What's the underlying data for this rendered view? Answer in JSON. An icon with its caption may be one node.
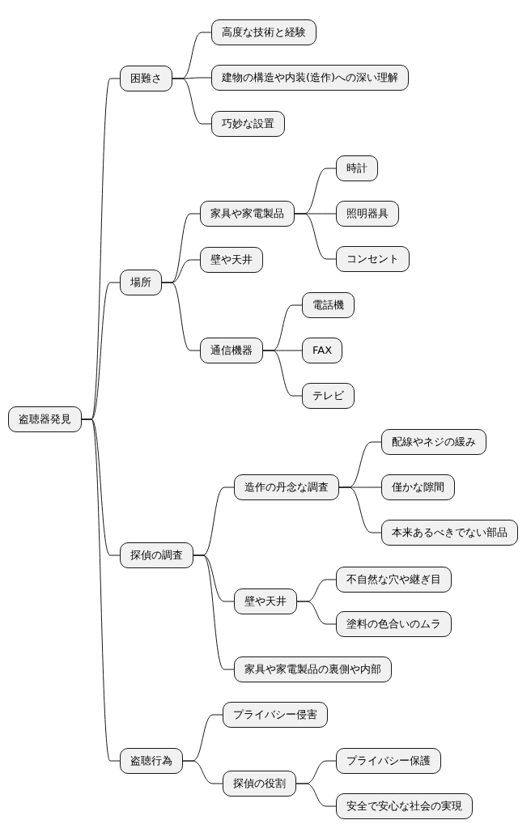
{
  "diagram": {
    "nodes": [
      {
        "text": [
          "盗聴器発見"
        ]
      },
      {
        "text": [
          "困難さ"
        ]
      },
      {
        "text": [
          "高度な技術と経験"
        ]
      },
      {
        "text": [
          "建物の構造や内装(造作)への深い理解"
        ]
      },
      {
        "text": [
          "巧妙な設置"
        ]
      },
      {
        "text": [
          "場所"
        ]
      },
      {
        "text": [
          "家具や家電製品"
        ]
      },
      {
        "text": [
          "時計"
        ]
      },
      {
        "text": [
          "照明器具"
        ]
      },
      {
        "text": [
          "コンセント"
        ]
      },
      {
        "text": [
          "壁や天井"
        ]
      },
      {
        "text": [
          "通信機器"
        ]
      },
      {
        "text": [
          "電話機"
        ]
      },
      {
        "text": [
          "FAX"
        ]
      },
      {
        "text": [
          "テレビ"
        ]
      },
      {
        "text": [
          "探偵の調査"
        ]
      },
      {
        "text": [
          "造作の丹念な調査"
        ]
      },
      {
        "text": [
          "配線やネジの緩み"
        ]
      },
      {
        "text": [
          "僅かな隙間"
        ]
      },
      {
        "text": [
          "本来あるべきでない部品"
        ]
      },
      {
        "text": [
          "壁や天井"
        ]
      },
      {
        "text": [
          "不自然な穴や継ぎ目"
        ]
      },
      {
        "text": [
          "塗料の色合いのムラ"
        ]
      },
      {
        "text": [
          "家具や家電製品の裏側や内部"
        ]
      },
      {
        "text": [
          "盗聴行為"
        ]
      },
      {
        "text": [
          "プライバシー侵害"
        ]
      },
      {
        "text": [
          "探偵の役割"
        ]
      },
      {
        "text": [
          "プライバシー保護"
        ]
      },
      {
        "text": [
          "安全で安心な社会の実現"
        ]
      }
    ],
    "edges": [
      {
        "from": 0,
        "to": 1,
        "arrow": "none"
      },
      {
        "from": 1,
        "to": 2,
        "arrow": "none"
      },
      {
        "from": 1,
        "to": 3,
        "arrow": "none"
      },
      {
        "from": 1,
        "to": 4,
        "arrow": "none"
      },
      {
        "from": 0,
        "to": 5,
        "arrow": "none"
      },
      {
        "from": 5,
        "to": 6,
        "arrow": "none"
      },
      {
        "from": 6,
        "to": 7,
        "arrow": "none"
      },
      {
        "from": 6,
        "to": 8,
        "arrow": "none"
      },
      {
        "from": 6,
        "to": 9,
        "arrow": "none"
      },
      {
        "from": 5,
        "to": 10,
        "arrow": "none"
      },
      {
        "from": 5,
        "to": 11,
        "arrow": "none"
      },
      {
        "from": 11,
        "to": 12,
        "arrow": "none"
      },
      {
        "from": 11,
        "to": 13,
        "arrow": "none"
      },
      {
        "from": 11,
        "to": 14,
        "arrow": "none"
      },
      {
        "from": 0,
        "to": 15,
        "arrow": "none"
      },
      {
        "from": 15,
        "to": 16,
        "arrow": "none"
      },
      {
        "from": 16,
        "to": 17,
        "arrow": "none"
      },
      {
        "from": 16,
        "to": 18,
        "arrow": "none"
      },
      {
        "from": 16,
        "to": 19,
        "arrow": "none"
      },
      {
        "from": 15,
        "to": 20,
        "arrow": "none"
      },
      {
        "from": 20,
        "to": 21,
        "arrow": "none"
      },
      {
        "from": 20,
        "to": 22,
        "arrow": "none"
      },
      {
        "from": 15,
        "to": 23,
        "arrow": "none"
      },
      {
        "from": 0,
        "to": 24,
        "arrow": "none"
      },
      {
        "from": 24,
        "to": 25,
        "arrow": "none"
      },
      {
        "from": 24,
        "to": 26,
        "arrow": "none"
      },
      {
        "from": 26,
        "to": 27,
        "arrow": "none"
      },
      {
        "from": 26,
        "to": 28,
        "arrow": "none"
      }
    ]
  }
}
